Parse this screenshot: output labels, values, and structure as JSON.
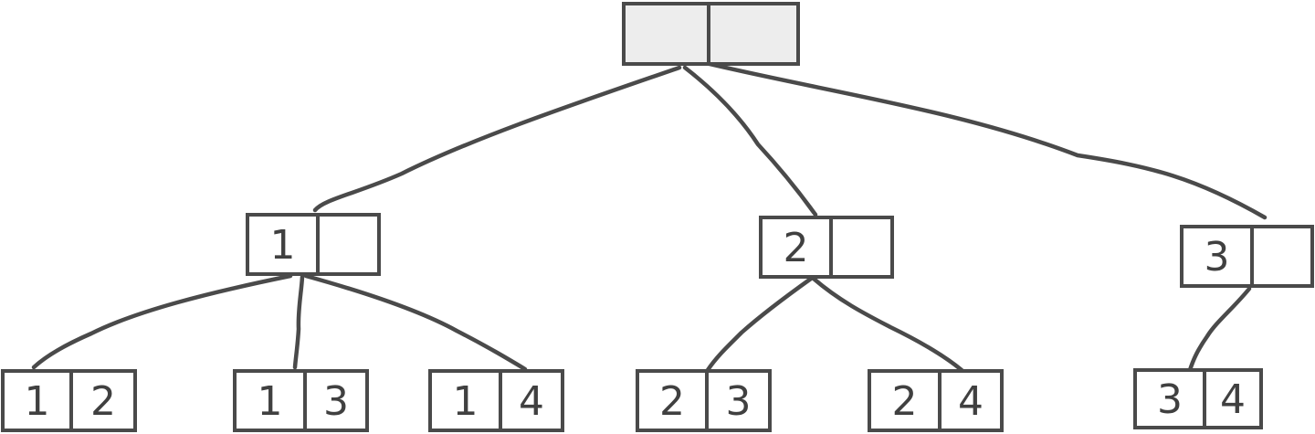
{
  "tree": {
    "root": {
      "cells": [
        "",
        ""
      ]
    },
    "level1": [
      {
        "cells": [
          "1",
          ""
        ]
      },
      {
        "cells": [
          "2",
          ""
        ]
      },
      {
        "cells": [
          "3",
          ""
        ]
      }
    ],
    "level2": [
      {
        "cells": [
          "1",
          "2"
        ]
      },
      {
        "cells": [
          "1",
          "3"
        ]
      },
      {
        "cells": [
          "1",
          "4"
        ]
      },
      {
        "cells": [
          "2",
          "3"
        ]
      },
      {
        "cells": [
          "2",
          "4"
        ]
      },
      {
        "cells": [
          "3",
          "4"
        ]
      }
    ]
  },
  "colors": {
    "stroke": "#4a4a4a",
    "root_fill": "#ededed",
    "text": "#404040"
  }
}
